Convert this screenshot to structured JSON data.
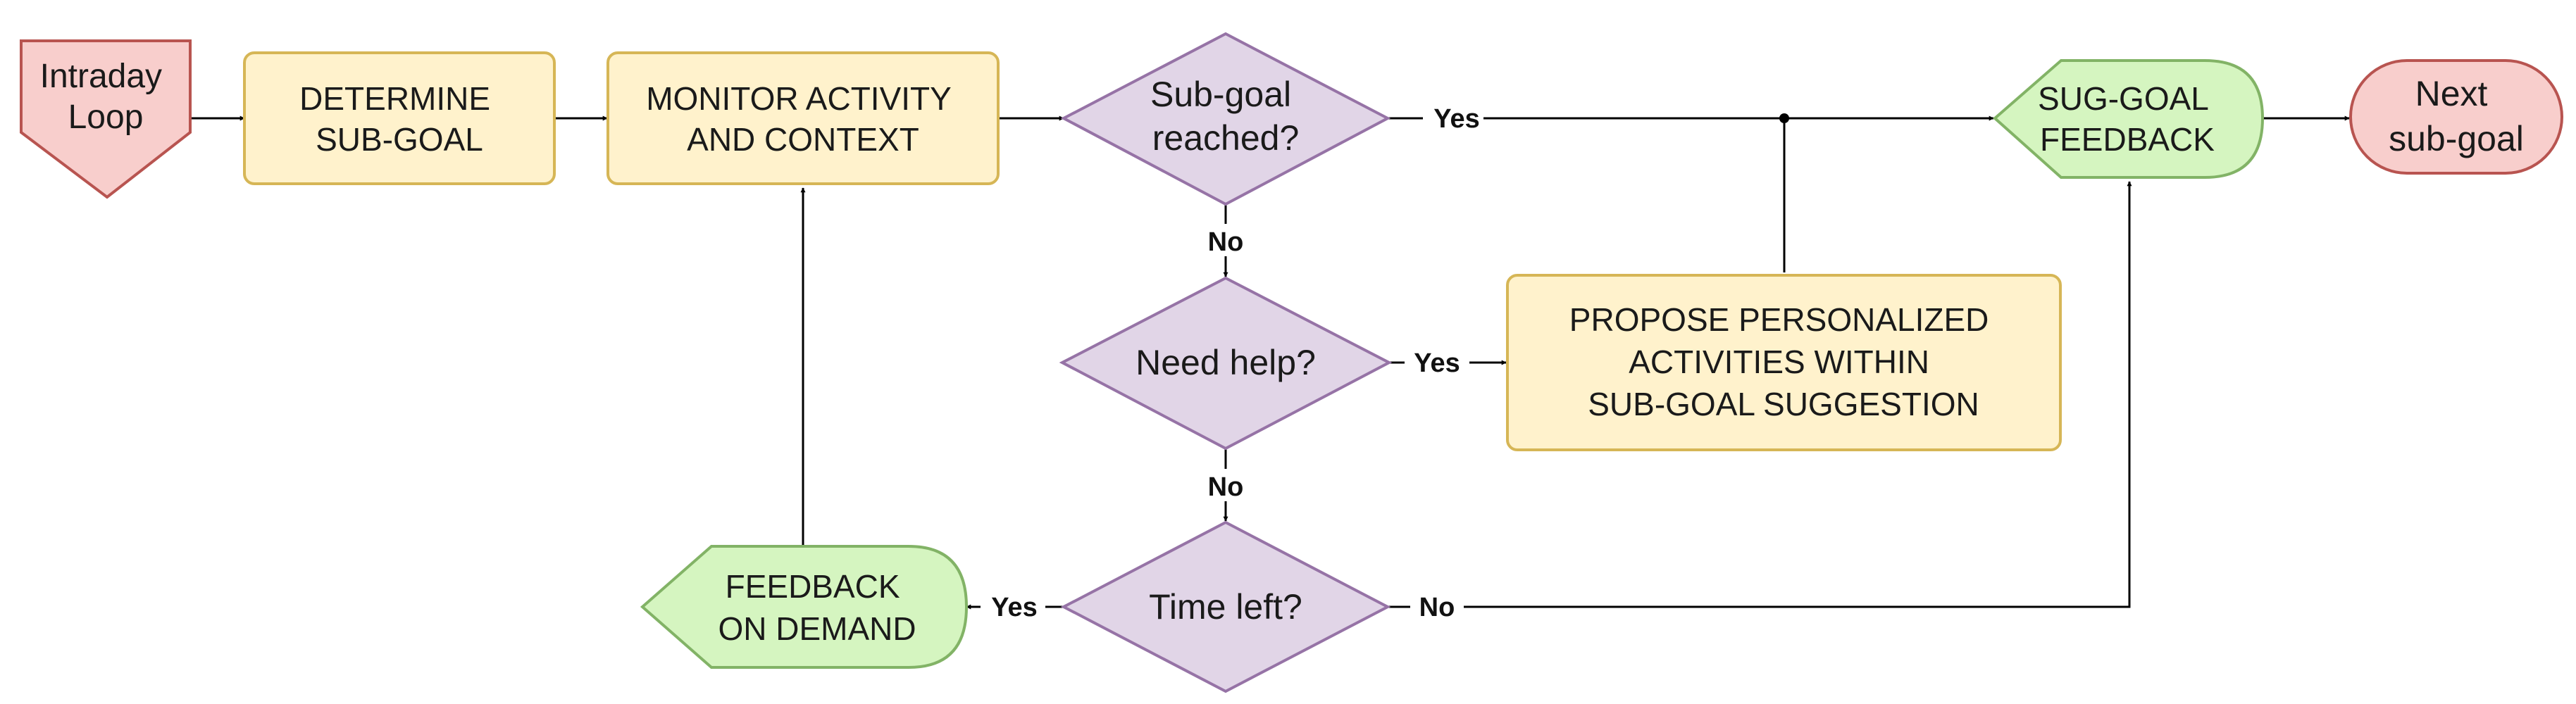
{
  "nodes": {
    "intraday_loop": [
      "Intraday",
      "Loop"
    ],
    "determine_subgoal": [
      "DETERMINE",
      "SUB-GOAL"
    ],
    "monitor_activity": [
      "MONITOR ACTIVITY",
      "AND CONTEXT"
    ],
    "subgoal_reached": [
      "Sub-goal",
      "reached?"
    ],
    "need_help": [
      "Need help?"
    ],
    "time_left": [
      "Time left?"
    ],
    "propose_activities": [
      "PROPOSE PERSONALIZED",
      "ACTIVITIES WITHIN",
      "SUB-GOAL SUGGESTION"
    ],
    "subgoal_feedback": [
      "SUG-GOAL",
      "FEEDBACK"
    ],
    "feedback_on_demand": [
      "FEEDBACK",
      "ON DEMAND"
    ],
    "next_subgoal": [
      "Next",
      "sub-goal"
    ]
  },
  "edge_labels": {
    "reached_yes": "Yes",
    "reached_no": "No",
    "help_yes": "Yes",
    "help_no": "No",
    "time_yes": "Yes",
    "time_no": "No"
  },
  "colors": {
    "start_fill": "#f8cecc",
    "start_stroke": "#b85450",
    "process_fill": "#fff2cc",
    "process_stroke": "#d6b656",
    "decision_fill": "#e1d5e7",
    "decision_stroke": "#9673a6",
    "feedback_fill": "#d5f5c0",
    "feedback_stroke": "#82b366"
  }
}
